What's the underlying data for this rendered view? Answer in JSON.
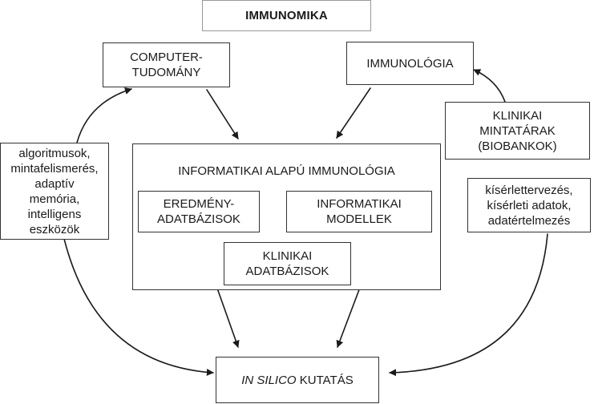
{
  "title": "IMMUNOMIKA",
  "nodes": {
    "computer_science": "COMPUTER-\nTUDOMÁNY",
    "immunology": "IMMUNOLÓGIA",
    "biobanks": "KLINIKAI\nMINTATÁRAK\n(BIOBANKOK)",
    "informatics_immunology": "INFORMATIKAI ALAPÚ IMMUNOLÓGIA",
    "result_databases": "EREDMÉNY-\nADATBÁZISOK",
    "informatic_models": "INFORMATIKAI\nMODELLEK",
    "clinical_databases": "KLINIKAI\nADATBÁZISOK",
    "in_silico_em": "IN SILICO",
    "in_silico_rest": " KUTATÁS"
  },
  "side_boxes": {
    "left": "algoritmusok,\nmintafelismerés,\nadaptív\nmemória,\nintelligens\neszközök",
    "right": "kísérlettervezés,\nkísérleti adatok,\nadatértelmezés"
  }
}
